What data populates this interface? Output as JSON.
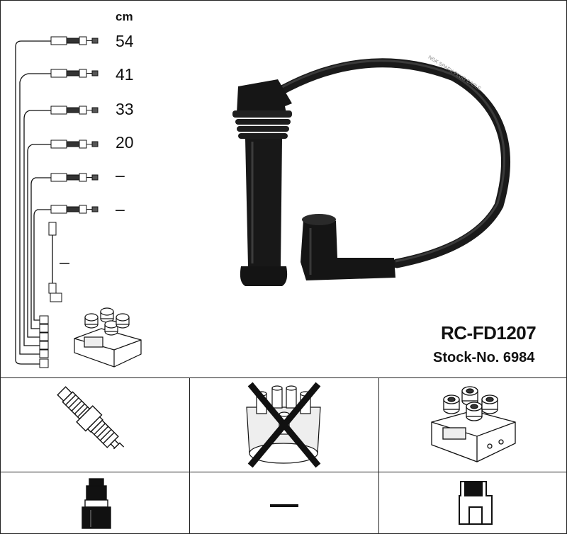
{
  "header": {
    "unit": "cm"
  },
  "cables": [
    {
      "length": "54"
    },
    {
      "length": "41"
    },
    {
      "length": "33"
    },
    {
      "length": "20"
    },
    {
      "length": "–"
    },
    {
      "length": "–"
    }
  ],
  "product": {
    "model": "RC-FD1207",
    "stock_label": "Stock-No. 6984"
  },
  "wire_print": "NGK SPARK PLUG CABLE",
  "icons": [
    "spark-plug-icon",
    "distributor-cap-crossed-icon",
    "ignition-coil-icon",
    "plug-boot-icon",
    "dash-icon",
    "coil-connector-icon"
  ]
}
